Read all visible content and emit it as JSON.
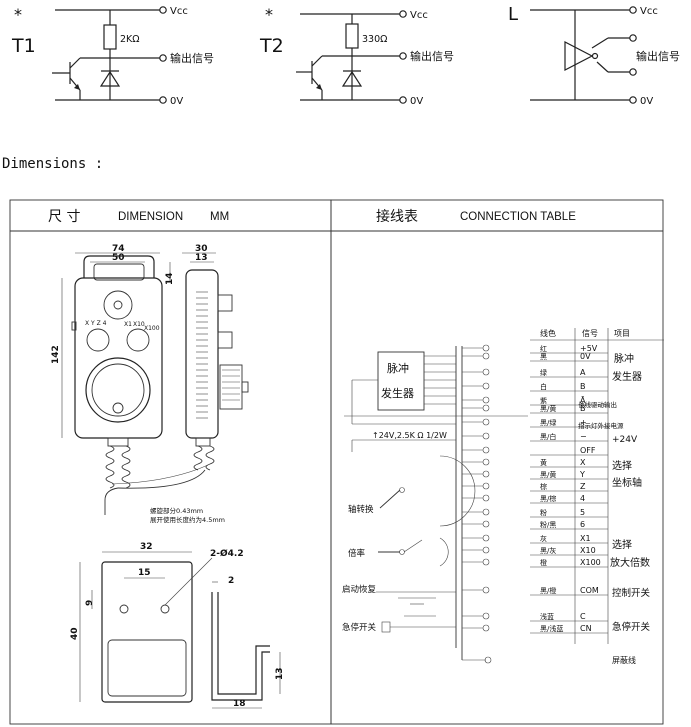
{
  "circuits": {
    "t1": {
      "star": "*",
      "name": "T1",
      "vcc": "Vcc",
      "resistor": "2KΩ",
      "output": "输出信号",
      "ground": "0V"
    },
    "t2": {
      "star": "*",
      "name": "T2",
      "vcc": "Vcc",
      "resistor": "330Ω",
      "output": "输出信号",
      "ground": "0V"
    },
    "l": {
      "name": "L",
      "vcc": "Vcc",
      "output": "输出信号",
      "ground": "0V"
    }
  },
  "dimensions_heading": "Dimensions :",
  "dimension_panel": {
    "title_cn": "尺 寸",
    "title_en": "DIMENSION",
    "unit": "MM",
    "front_width_outer": "74",
    "front_width_inner": "50",
    "side_width_outer": "30",
    "side_width_inner": "13",
    "height": "142",
    "top_height": "14",
    "dial_label_1": "X1",
    "dial_label_10": "X10",
    "dial_label_100": "X100",
    "dial_axis_label": "X Y Z 4",
    "cable_note_1": "螺旋部分0.43mm",
    "cable_note_2": "展开使用长度约为4.5mm",
    "bracket_width": "32",
    "bracket_hole_spacing": "15",
    "bracket_hole_offset": "9",
    "bracket_height": "40",
    "bracket_hole_dia": "2-Ø4.2",
    "bracket_thickness": "2",
    "bracket_depth": "18",
    "bracket_lip": "13"
  },
  "connection_panel": {
    "title_cn": "接线表",
    "title_en": "CONNECTION TABLE",
    "headers": [
      "线色",
      "信号",
      "项目"
    ],
    "pulse_box": [
      "脉冲",
      "发生器"
    ],
    "voltage_note": "↑24V,2.5K Ω 1/2W",
    "axis_switch": "轴转换",
    "rate_switch": "倍率",
    "start_reset": "启动恢复",
    "estop": "急停开关",
    "rows": [
      {
        "color": "红",
        "signal": "+5V"
      },
      {
        "color": "黑",
        "signal": "0V"
      },
      {
        "color": "绿",
        "signal": "A"
      },
      {
        "color": "白",
        "signal": "B"
      },
      {
        "color": "紫",
        "signal": "Ā"
      },
      {
        "color": "黑/黄",
        "signal": "B̄"
      },
      {
        "color": "黑/绿",
        "signal": "+"
      },
      {
        "color": "黑/白",
        "signal": "−"
      },
      {
        "color": "",
        "signal": "OFF"
      },
      {
        "color": "黄",
        "signal": "X"
      },
      {
        "color": "黑/黄",
        "signal": "Y"
      },
      {
        "color": "棕",
        "signal": "Z"
      },
      {
        "color": "黑/棕",
        "signal": "4"
      },
      {
        "color": "粉",
        "signal": "5"
      },
      {
        "color": "粉/黑",
        "signal": "6"
      },
      {
        "color": "灰",
        "signal": "X1"
      },
      {
        "color": "黑/灰",
        "signal": "X10"
      },
      {
        "color": "橙",
        "signal": "X100"
      },
      {
        "color": "黑/橙",
        "signal": "COM"
      },
      {
        "color": "浅蓝",
        "signal": "C"
      },
      {
        "color": "黑/浅蓝",
        "signal": "CN"
      }
    ],
    "groups": {
      "pulse": [
        "脉冲",
        "发生器"
      ],
      "long_line": "长线驱动输出",
      "indicator": "指示灯外接电源",
      "plus24": "+24V",
      "axis": [
        "选择",
        "坐标轴"
      ],
      "rate": [
        "选择",
        "放大倍数"
      ],
      "control": "控制开关",
      "estop": "急停开关",
      "shield": "屏蔽线"
    }
  }
}
